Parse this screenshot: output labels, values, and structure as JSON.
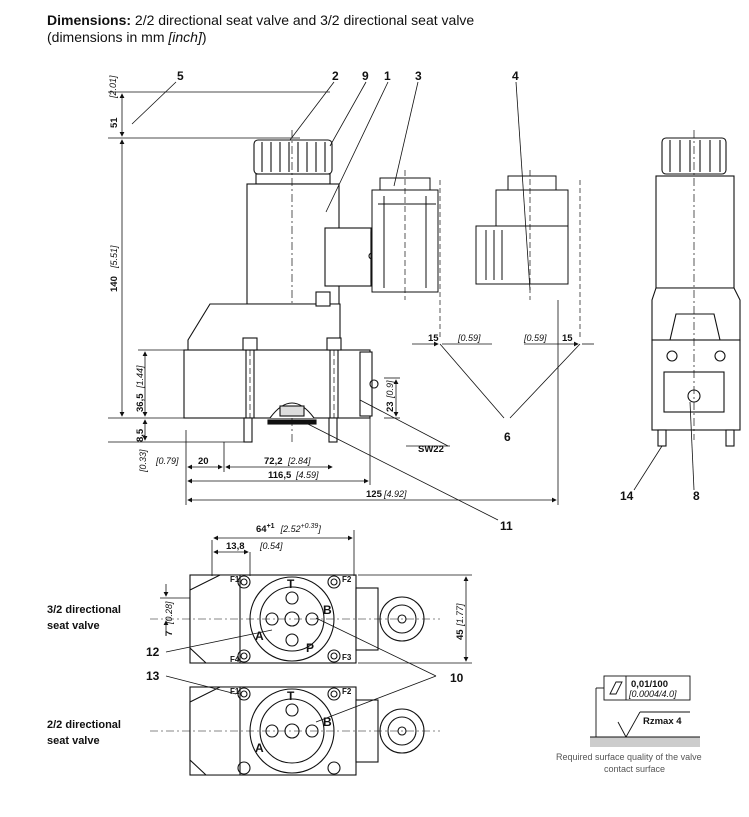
{
  "title": {
    "bold": "Dimensions:",
    "rest": " 2/2 directional seat valve and 3/2 directional seat valve",
    "line2_a": "(dimensions in mm ",
    "line2_i": "[inch]",
    "line2_b": ")"
  },
  "item_labels": [
    "5",
    "2",
    "9",
    "1",
    "3",
    "4",
    "6",
    "11",
    "14",
    "8",
    "12",
    "13",
    "10"
  ],
  "dimensions": {
    "d_51": "51",
    "d_51_in": "[2.01]",
    "d_140": "140",
    "d_140_in": "[5.51]",
    "d_36_5": "36,5",
    "d_36_5_in": "[1.44]",
    "d_8_5": "8,5",
    "d_8_5_in": "[0.33]",
    "d_0_79": "[0.79]",
    "d_20": "20",
    "d_72_2": "72,2",
    "d_72_2_in": "[2.84]",
    "d_116_5": "116,5",
    "d_116_5_in": "[4.59]",
    "d_125": "125",
    "d_125_in": "[4.92]",
    "d_23": "23",
    "d_23_in": "[0.9]",
    "sw22": "SW22",
    "d_15a": "15",
    "d_0_59a": "[0.59]",
    "d_0_59b": "[0.59]",
    "d_15b": "15",
    "d_64": "64",
    "d_64_tol": "+1",
    "d_64_in": "[2.52",
    "d_64_in_tol": "+0.39",
    "d_64_in_end": "]",
    "d_13_8": "13,8",
    "d_13_8_in": "[0.54]",
    "d_7": "7",
    "d_7_in": "[0.28]",
    "d_45": "45",
    "d_45_in": "[1.77]"
  },
  "ports": {
    "T": "T",
    "A": "A",
    "B": "B",
    "P": "P",
    "T2": "T",
    "A2": "A",
    "B2": "B"
  },
  "flange_holes": [
    "F1",
    "F2",
    "F3",
    "F4",
    "F1",
    "F2"
  ],
  "side_labels": {
    "valve_3_2_line1": "3/2 directional",
    "valve_3_2_line2": "seat valve",
    "valve_2_2_line1": "2/2 directional",
    "valve_2_2_line2": "seat valve"
  },
  "surface": {
    "tolerance": "0,01/100",
    "tolerance_in": "[0.0004/4.0]",
    "roughness": "Rzmax  4",
    "caption_line1": "Required surface quality of the valve",
    "caption_line2": "contact surface"
  }
}
